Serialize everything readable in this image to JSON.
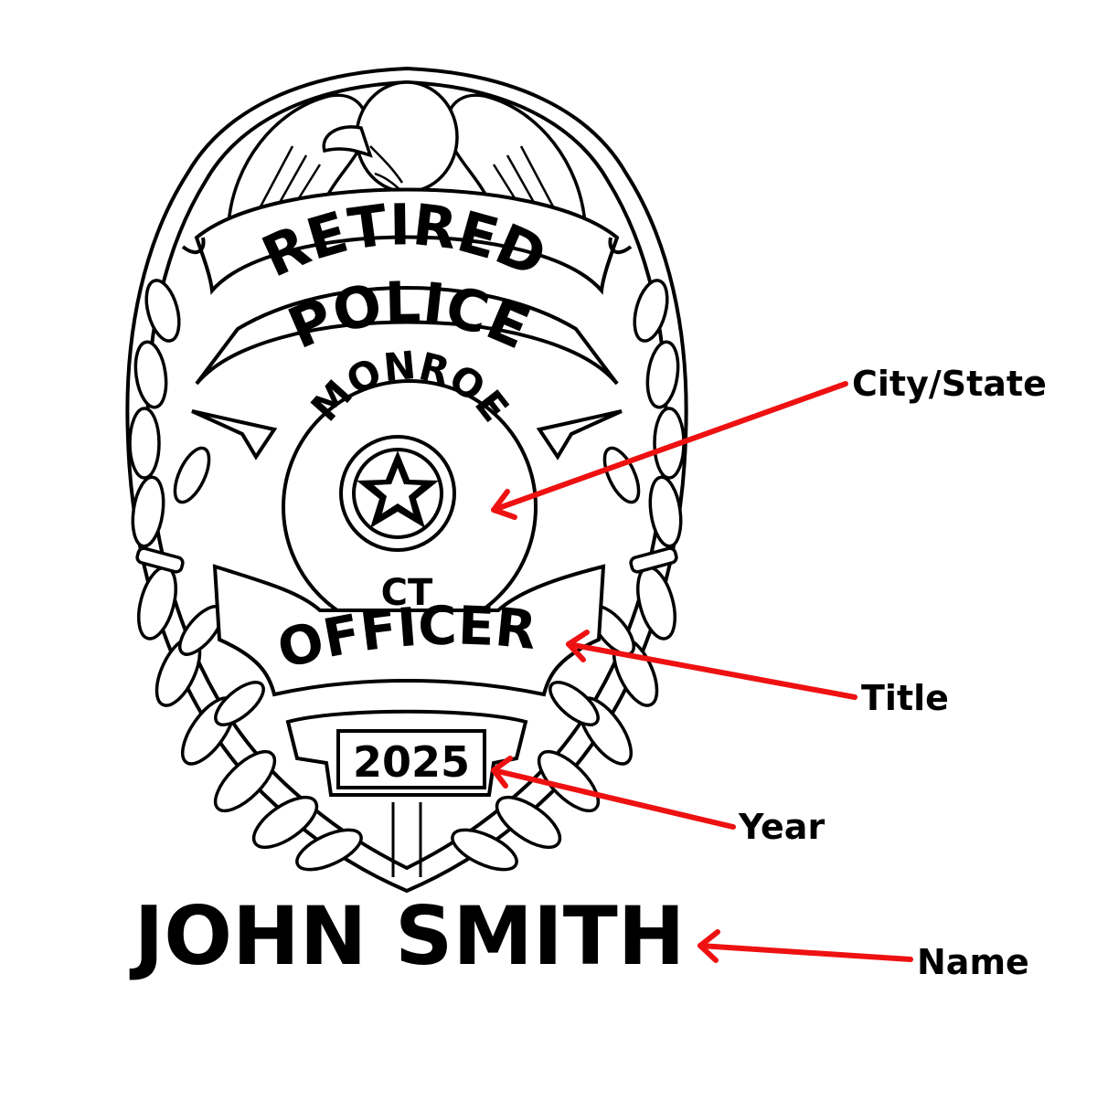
{
  "badge": {
    "top_word": "RETIRED",
    "second_word": "POLICE",
    "city": "MONROE",
    "state": "CT",
    "title": "OFFICER",
    "year": "2025"
  },
  "name": "JOHN SMITH",
  "callouts": {
    "city_state": "City/State",
    "title": "Title",
    "year": "Year",
    "name": "Name"
  },
  "colors": {
    "line": "#000000",
    "arrow": "#ee1111",
    "background": "#ffffff"
  }
}
